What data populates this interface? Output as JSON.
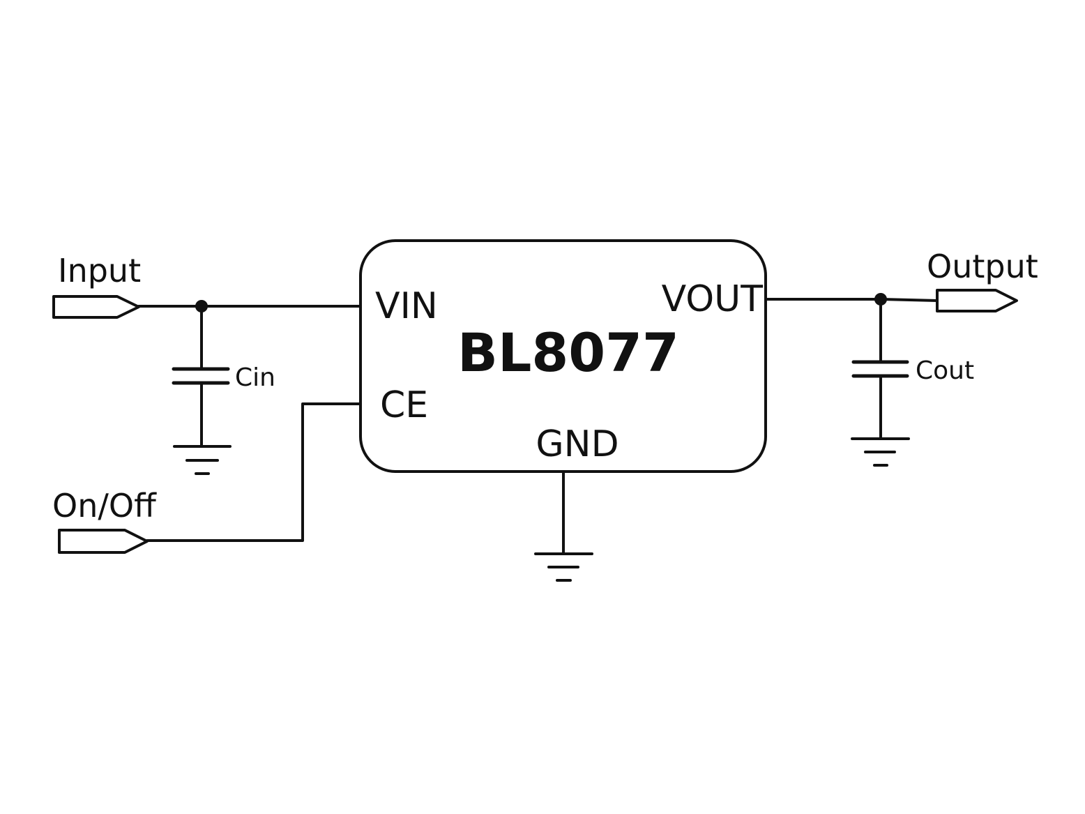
{
  "labels": {
    "input": "Input",
    "on_off": "On/Off",
    "output": "Output",
    "cin": "Cin",
    "cout": "Cout"
  },
  "chip": {
    "name": "BL8077",
    "pins": {
      "vin": "VIN",
      "ce": "CE",
      "vout": "VOUT",
      "gnd": "GND"
    }
  },
  "colors": {
    "line": "#111111",
    "background": "#ffffff"
  }
}
